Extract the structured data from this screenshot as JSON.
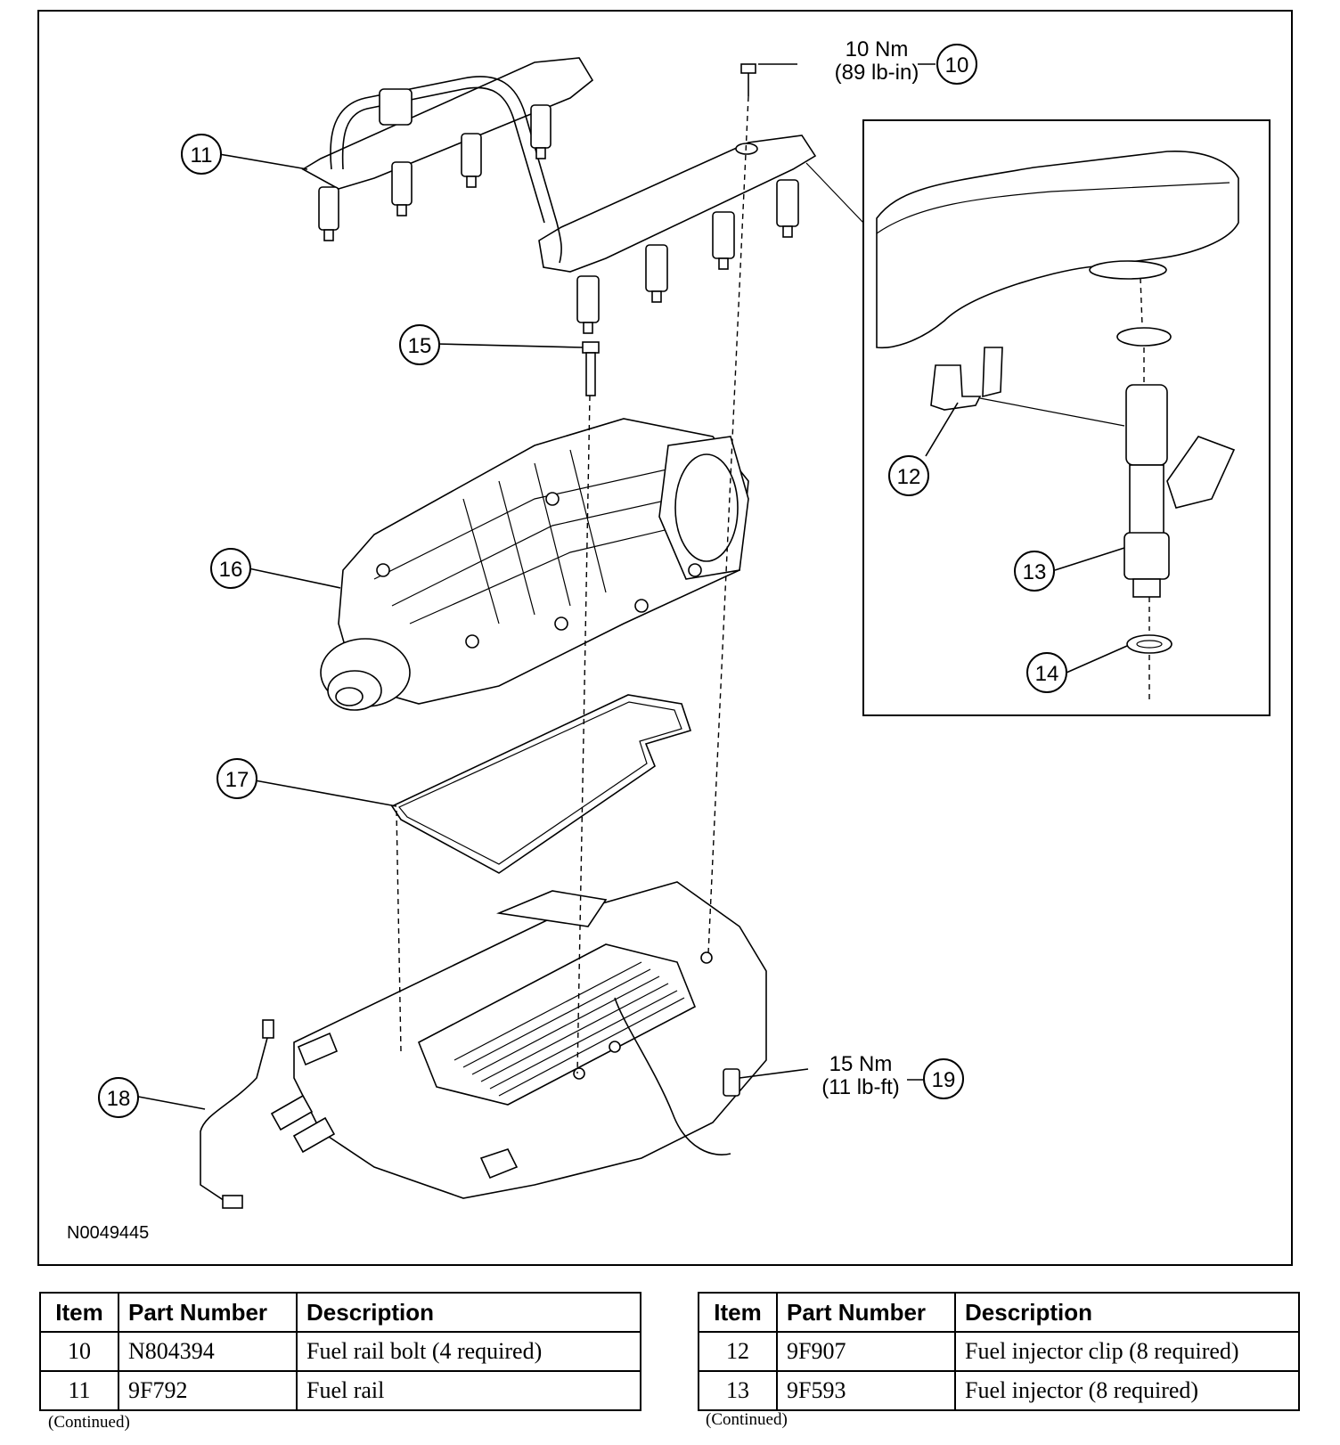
{
  "diagram": {
    "reference_code": "N0049445",
    "callouts": [
      "10",
      "11",
      "12",
      "13",
      "14",
      "15",
      "16",
      "17",
      "18",
      "19"
    ],
    "torque_specs": [
      {
        "item": "10",
        "line1": "10 Nm",
        "line2": "(89 lb-in)"
      },
      {
        "item": "19",
        "line1": "15 Nm",
        "line2": "(11 lb-ft)"
      }
    ]
  },
  "tables": [
    {
      "headers": [
        "Item",
        "Part Number",
        "Description"
      ],
      "rows": [
        [
          "10",
          "N804394",
          "Fuel rail bolt (4 required)"
        ],
        [
          "11",
          "9F792",
          "Fuel rail"
        ]
      ],
      "footer": "(Continued)"
    },
    {
      "headers": [
        "Item",
        "Part Number",
        "Description"
      ],
      "rows": [
        [
          "12",
          "9F907",
          "Fuel injector clip (8 required)"
        ],
        [
          "13",
          "9F593",
          "Fuel injector (8 required)"
        ]
      ],
      "footer": "(Continued)"
    }
  ]
}
